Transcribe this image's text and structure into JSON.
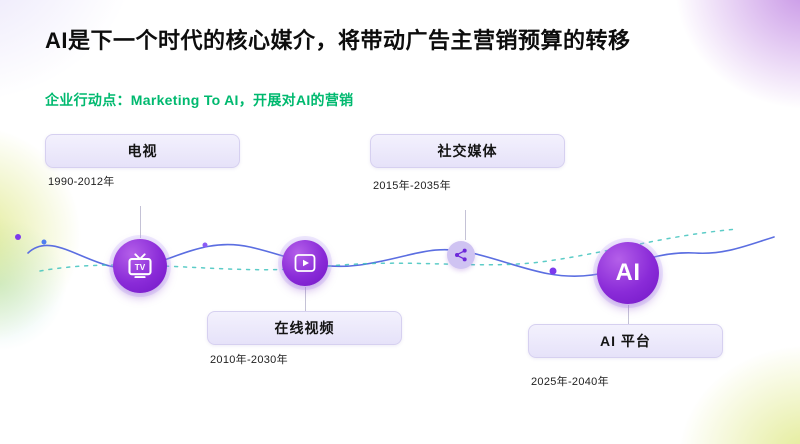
{
  "slide": {
    "title": "AI是下一个时代的核心媒介，将带动广告主营销预算的转移",
    "subtitle": "企业行动点：Marketing To AI，开展对AI的营销"
  },
  "timeline": {
    "milestones": [
      {
        "label": "电视",
        "period": "1990-2012年",
        "icon": "tv-icon",
        "icon_glyph": "TV"
      },
      {
        "label": "社交媒体",
        "period": "2015年-2035年",
        "icon": "share-network-icon"
      },
      {
        "label": "在线视频",
        "period": "2010年-2030年",
        "icon": "video-play-icon"
      },
      {
        "label": "AI 平台",
        "period": "2025年-2040年",
        "icon": "ai-badge-icon",
        "icon_text": "AI"
      }
    ]
  },
  "colors": {
    "title_text": "#0d0d0d",
    "subtitle_green": "#00b96f",
    "node_purple": "#8a2bd8",
    "label_box_bg": "#e9e5fa",
    "wave_blue": "#5b6ee1",
    "wave_teal_dashed": "#3fc3bd",
    "background_blob_purple": "#a450d6",
    "background_blob_green": "#cfdc46"
  }
}
